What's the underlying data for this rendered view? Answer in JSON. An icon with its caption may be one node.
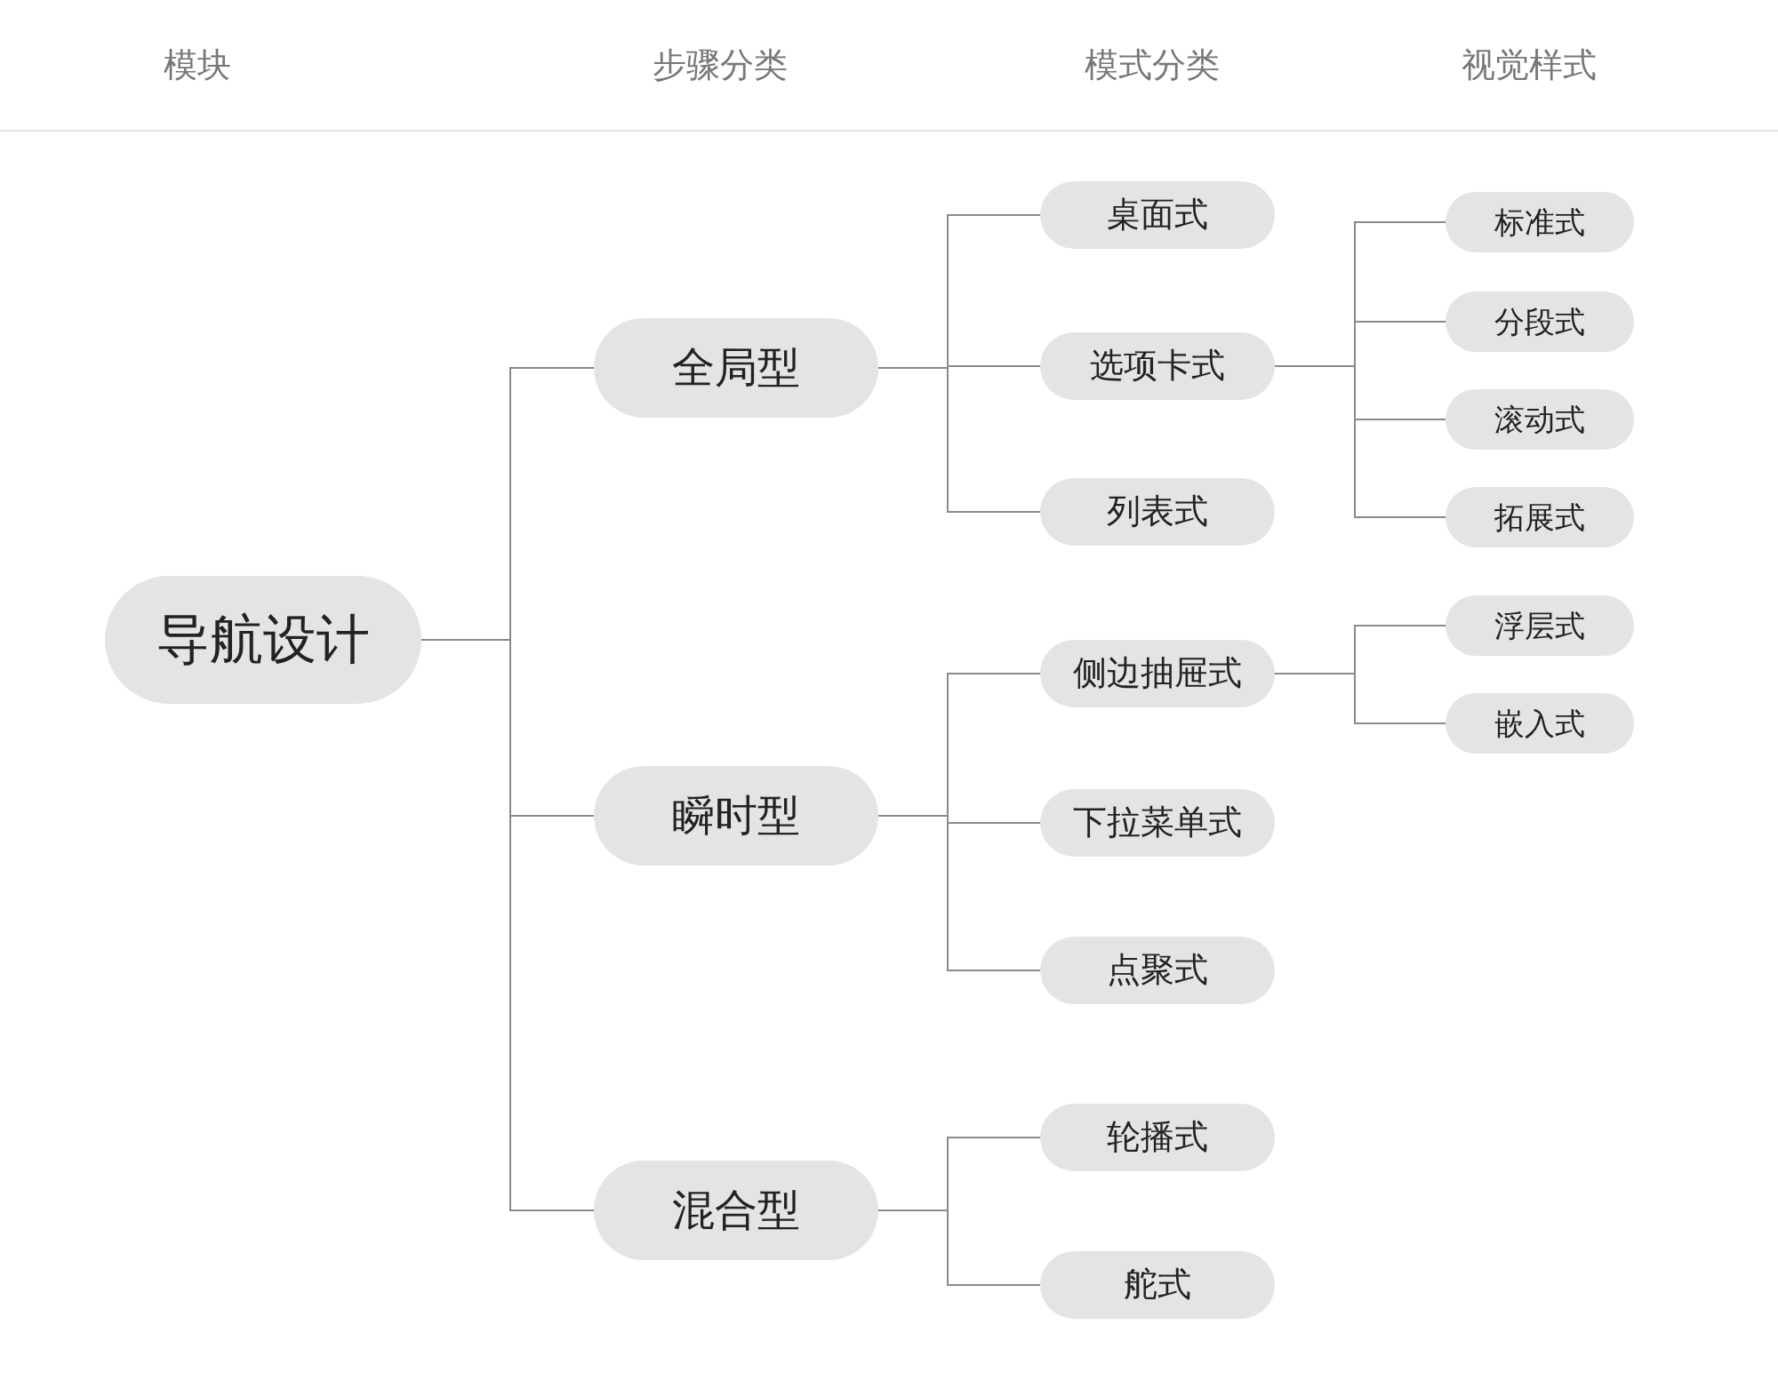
{
  "diagram": {
    "nodes": [
      {
        "text": [
          "导航设计"
        ]
      },
      {
        "text": [
          "全局型"
        ]
      },
      {
        "text": [
          "瞬时型"
        ]
      },
      {
        "text": [
          "混合型"
        ]
      },
      {
        "text": [
          "桌面式"
        ]
      },
      {
        "text": [
          "选项卡式"
        ]
      },
      {
        "text": [
          "列表式"
        ]
      },
      {
        "text": [
          "侧边抽屉式"
        ]
      },
      {
        "text": [
          "下拉菜单式"
        ]
      },
      {
        "text": [
          "点聚式"
        ]
      },
      {
        "text": [
          "轮播式"
        ]
      },
      {
        "text": [
          "舵式"
        ]
      },
      {
        "text": [
          "标准式"
        ]
      },
      {
        "text": [
          "分段式"
        ]
      },
      {
        "text": [
          "滚动式"
        ]
      },
      {
        "text": [
          "拓展式"
        ]
      },
      {
        "text": [
          "浮层式"
        ]
      },
      {
        "text": [
          "嵌入式"
        ]
      }
    ],
    "edges": [
      {
        "from": 0,
        "to": 1,
        "arrow": "none"
      },
      {
        "from": 0,
        "to": 2,
        "arrow": "none"
      },
      {
        "from": 0,
        "to": 3,
        "arrow": "none"
      },
      {
        "from": 1,
        "to": 4,
        "arrow": "none"
      },
      {
        "from": 1,
        "to": 5,
        "arrow": "none"
      },
      {
        "from": 1,
        "to": 6,
        "arrow": "none"
      },
      {
        "from": 2,
        "to": 7,
        "arrow": "none"
      },
      {
        "from": 2,
        "to": 8,
        "arrow": "none"
      },
      {
        "from": 2,
        "to": 9,
        "arrow": "none"
      },
      {
        "from": 3,
        "to": 10,
        "arrow": "none"
      },
      {
        "from": 3,
        "to": 11,
        "arrow": "none"
      },
      {
        "from": 5,
        "to": 12,
        "arrow": "none"
      },
      {
        "from": 5,
        "to": 13,
        "arrow": "none"
      },
      {
        "from": 5,
        "to": 14,
        "arrow": "none"
      },
      {
        "from": 5,
        "to": 15,
        "arrow": "none"
      },
      {
        "from": 7,
        "to": 16,
        "arrow": "none"
      },
      {
        "from": 7,
        "to": 17,
        "arrow": "none"
      }
    ],
    "labels": [
      "模块",
      "步骤分类",
      "模式分类",
      "视觉样式"
    ]
  }
}
